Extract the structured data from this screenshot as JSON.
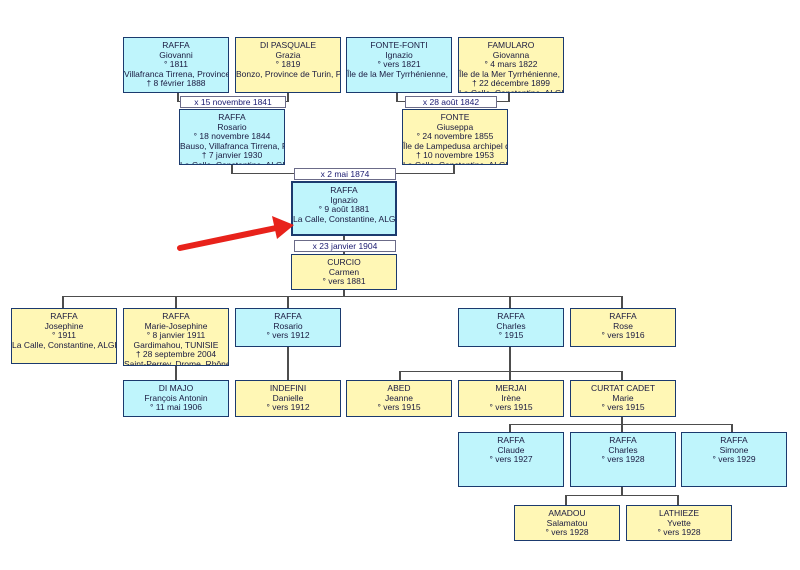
{
  "persons": {
    "p_raffa_giovanni": {
      "sex": "m",
      "lines": [
        "RAFFA",
        "Giovanni",
        "° 1811",
        "Villafranca Tirrena, Province",
        "† 8 février 1888"
      ]
    },
    "p_dipasquale": {
      "sex": "f",
      "lines": [
        "DI PASQUALE",
        "Grazia",
        "° 1819",
        "Bonzo, Province de Turin, Pi"
      ]
    },
    "p_fontefonti": {
      "sex": "m",
      "lines": [
        "FONTE-FONTI",
        "Ignazio",
        "° vers 1821",
        "Île de la Mer Tyrrhénienne, Ub"
      ]
    },
    "p_famularo": {
      "sex": "f",
      "lines": [
        "FAMULARO",
        "Giovanna",
        "° 4 mars 1822",
        "Île de la Mer Tyrrhénienne, Ub",
        "† 22 décembre 1899",
        "La Calle, Constantine, ALGEI"
      ]
    },
    "p_raffa_rosario": {
      "sex": "m",
      "lines": [
        "RAFFA",
        "Rosario",
        "° 18 novembre 1844",
        "Bauso, Villafranca Tirrena, Pr",
        "† 7 janvier 1930",
        "La Calle, Constantine, ALGEI"
      ]
    },
    "p_fonte_giuseppa": {
      "sex": "f",
      "lines": [
        "FONTE",
        "Giuseppa",
        "° 24 novembre 1855",
        "Île de Lampedusa archipel de",
        "† 10 novembre 1953",
        "La Calle, Constantine, ALGEI"
      ]
    },
    "p_raffa_ignazio": {
      "sex": "m",
      "lines": [
        "RAFFA",
        "Ignazio",
        "° 9 août 1881",
        "La Calle, Constantine, ALGEI"
      ]
    },
    "p_curcio": {
      "sex": "f",
      "lines": [
        "CURCIO",
        "Carmen",
        "° vers 1881"
      ]
    },
    "p_josephine": {
      "sex": "f",
      "lines": [
        "RAFFA",
        "Josephine",
        "° 1911",
        "La Calle, Constantine, ALGEI"
      ]
    },
    "p_mariejosephine": {
      "sex": "f",
      "lines": [
        "RAFFA",
        "Marie-Josephine",
        "° 8 janvier 1911",
        "Gardimahou, TUNISIE",
        "† 28 septembre 2004",
        "Saint-Perrey, Drome, Rhône-"
      ]
    },
    "p_rosario1912": {
      "sex": "m",
      "lines": [
        "RAFFA",
        "Rosario",
        "° vers 1912"
      ]
    },
    "p_charles1915": {
      "sex": "m",
      "lines": [
        "RAFFA",
        "Charles",
        "° 1915"
      ]
    },
    "p_rose": {
      "sex": "f",
      "lines": [
        "RAFFA",
        "Rose",
        "° vers 1916"
      ]
    },
    "p_dimajo": {
      "sex": "m",
      "lines": [
        "DI MAJO",
        "François Antonin",
        "° 11 mai 1906"
      ]
    },
    "p_indefini": {
      "sex": "f",
      "lines": [
        "INDEFINI",
        "Danielle",
        "° vers 1912"
      ]
    },
    "p_abed": {
      "sex": "f",
      "lines": [
        "ABED",
        "Jeanne",
        "° vers 1915"
      ]
    },
    "p_merjai": {
      "sex": "f",
      "lines": [
        "MERJAI",
        "Irène",
        "° vers 1915"
      ]
    },
    "p_curtatcadet": {
      "sex": "f",
      "lines": [
        "CURTAT CADET",
        "Marie",
        "° vers 1915"
      ]
    },
    "p_claude": {
      "sex": "m",
      "lines": [
        "RAFFA",
        "Claude",
        "° vers 1927"
      ]
    },
    "p_charles1928": {
      "sex": "m",
      "lines": [
        "RAFFA",
        "Charles",
        "° vers 1928"
      ]
    },
    "p_simone": {
      "sex": "m",
      "lines": [
        "RAFFA",
        "Simone",
        "° vers 1929"
      ]
    },
    "p_amadou": {
      "sex": "f",
      "lines": [
        "AMADOU",
        "Salamatou",
        "° vers 1928"
      ]
    },
    "p_lathieze": {
      "sex": "f",
      "lines": [
        "LATHIEZE",
        "Yvette",
        "° vers 1928"
      ]
    }
  },
  "marriages": {
    "m1": "x 15 novembre 1841",
    "m2": "x 28 août 1842",
    "m3": "x 2 mai 1874",
    "m4": "x 23 janvier 1904"
  },
  "colors": {
    "male": "#bff5fc",
    "female": "#fff7b5",
    "border": "#1b3a6e",
    "arrow": "#e8221b",
    "line": "#4d4d4d"
  }
}
